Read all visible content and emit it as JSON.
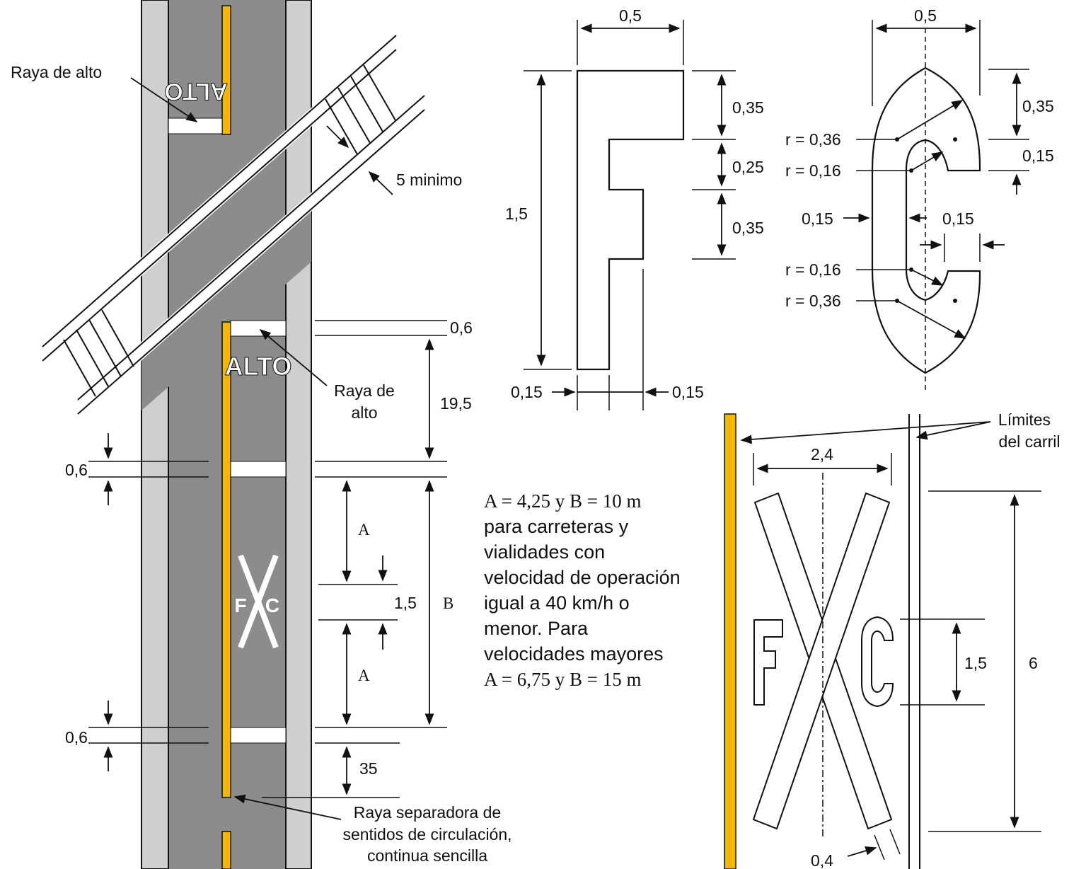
{
  "colors": {
    "road": "#8c8c8c",
    "shoulder": "#cfcfcf",
    "yellow_line": "#f2b800",
    "marking": "#ffffff",
    "ink": "#111111"
  },
  "road": {
    "stop_word_top": "ALTO",
    "stop_word_bottom": "ALTO",
    "label_stop_line_top": "Raya de alto",
    "label_stop_line_bottom_1": "Raya de",
    "label_stop_line_bottom_2": "alto",
    "label_min_distance": "5 minimo",
    "label_separator_1": "Raya separadora de",
    "label_separator_2": "sentidos de circulación,",
    "label_separator_3": "continua sencilla",
    "dim_stop_line_width": "0,6",
    "dim_stop_to_sign": "19,5",
    "dim_line_width_left_1": "0,6",
    "dim_line_width_left_2": "0,6",
    "dim_A_top": "A",
    "dim_A_bottom": "A",
    "dim_symbol_height": "1,5",
    "dim_B": "B",
    "dim_tail": "35",
    "symbol_left_letter": "F",
    "symbol_right_letter": "C"
  },
  "letter_f": {
    "dim_width": "0,5",
    "dim_height": "1,5",
    "dim_top": "0,35",
    "dim_mid": "0,25",
    "dim_low": "0,35",
    "dim_stem_left": "0,15",
    "dim_stem_right": "0,15"
  },
  "letter_c": {
    "dim_width": "0,5",
    "dim_top": "0,35",
    "dim_gap": "0,15",
    "radius_outer_top": "r = 0,36",
    "radius_inner_top": "r = 0,16",
    "radius_inner_bottom": "r = 0,16",
    "radius_outer_bottom": "r = 0,36",
    "dim_stroke_left": "0,15",
    "dim_stroke_right": "0,15"
  },
  "note_lines": [
    "A = 4,25 y B = 10 m",
    "para carreteras y",
    "vialidades con",
    "velocidad de operación",
    "igual a 40 km/h o",
    "menor. Para",
    "velocidades mayores",
    "A = 6,75 y B = 15 m"
  ],
  "symbol_detail": {
    "label_lane_limits_1": "Límites",
    "label_lane_limits_2": "del carril",
    "dim_width": "2,4",
    "dim_letter_height": "1,5",
    "dim_total_height": "6",
    "dim_bar_width": "0,4",
    "letter_left": "F",
    "letter_right": "C"
  }
}
